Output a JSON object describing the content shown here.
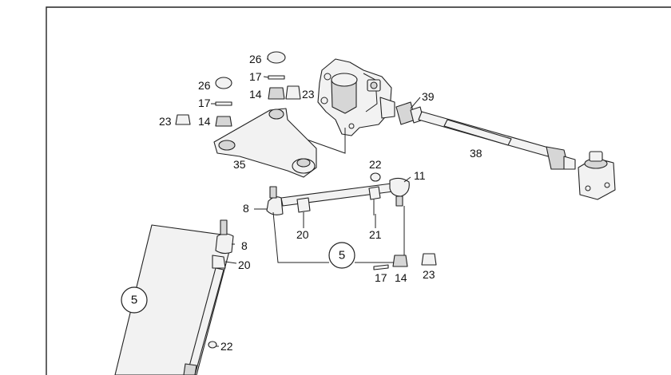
{
  "callouts": {
    "c26a": "26",
    "c17a": "17",
    "c14a": "14",
    "c23a": "23",
    "c26b": "26",
    "c17b": "17",
    "c23b": "23",
    "c14b": "14",
    "c35": "35",
    "c39": "39",
    "c38": "38",
    "c22a": "22",
    "c11": "11",
    "c8a": "8",
    "c20a": "20",
    "c21": "21",
    "c5a": "5",
    "c17c": "17",
    "c14c": "14",
    "c23c": "23",
    "c8b": "8",
    "c20b": "20",
    "c5b": "5",
    "c22b": "22"
  }
}
